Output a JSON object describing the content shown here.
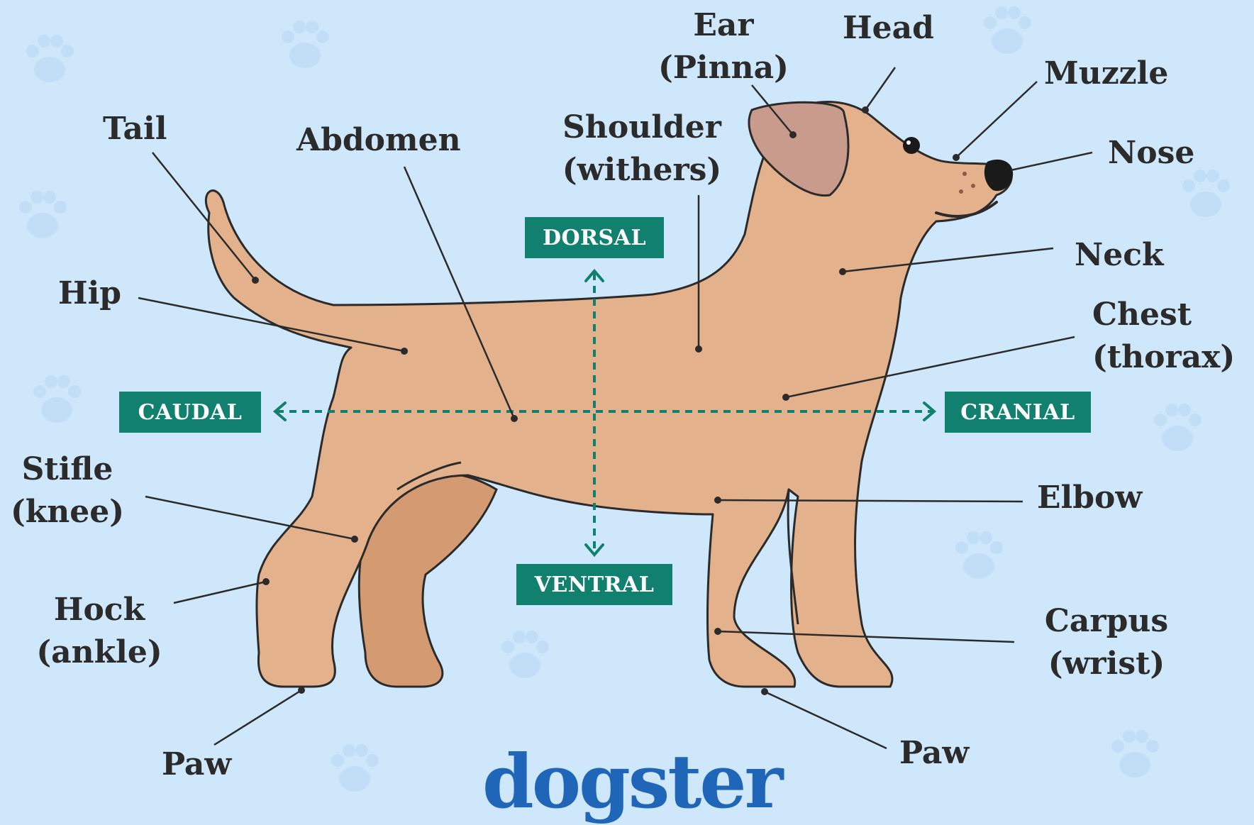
{
  "labels": {
    "ear": [
      "Ear",
      "(Pinna)"
    ],
    "head": "Head",
    "muzzle": "Muzzle",
    "nose": "Nose",
    "tail": "Tail",
    "abdomen": "Abdomen",
    "shoulder": [
      "Shoulder",
      "(withers)"
    ],
    "hip": "Hip",
    "neck": "Neck",
    "chest": [
      "Chest",
      "(thorax)"
    ],
    "stifle": [
      "Stifle",
      "(knee)"
    ],
    "elbow": "Elbow",
    "hock": [
      "Hock",
      "(ankle)"
    ],
    "carpus": [
      "Carpus",
      "(wrist)"
    ],
    "paw_rear": "Paw",
    "paw_front": "Paw"
  },
  "directions": {
    "dorsal": "DORSAL",
    "ventral": "VENTRAL",
    "caudal": "CAUDAL",
    "cranial": "CRANIAL"
  },
  "brand": "dogster",
  "colors": {
    "background": "#cfe7fb",
    "dog_fill": "#e3b18c",
    "dog_shadow_leg": "#d49a72",
    "ear_fill": "#c99b8c",
    "badge": "#12806e",
    "arrow": "#12806e",
    "brand": "#1f66b8",
    "outline": "#2b2b2b"
  }
}
